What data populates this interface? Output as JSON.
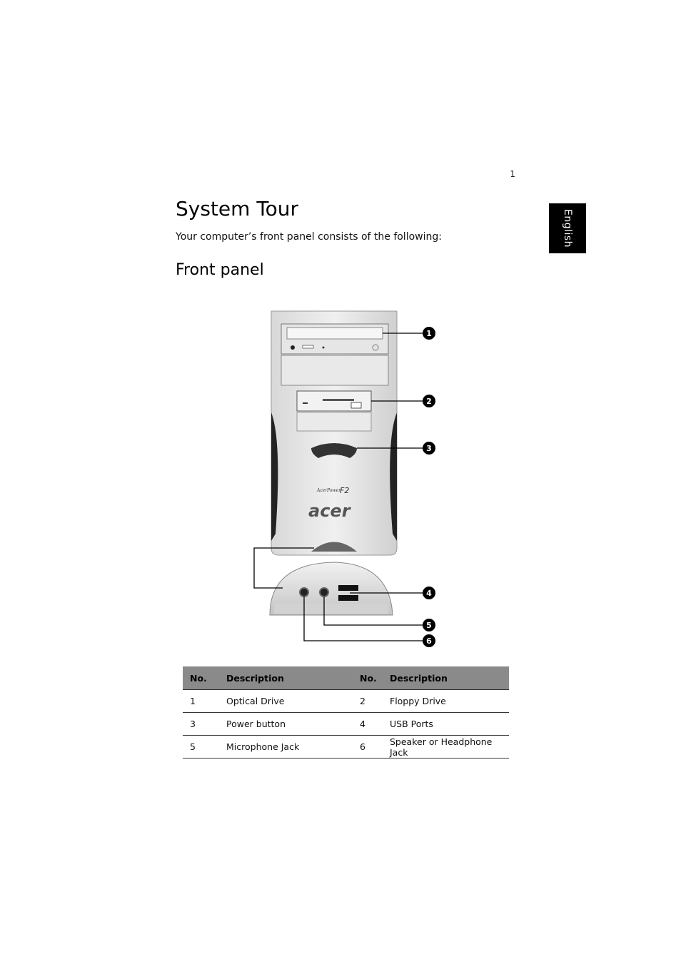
{
  "page": {
    "number": "1",
    "language_tab": "English"
  },
  "heading": {
    "title": "System Tour",
    "intro": "Your computer’s front panel consists of the following:",
    "section": "Front panel"
  },
  "figure": {
    "brand": "acer",
    "model": "F2",
    "model_prefix": "AcerPower",
    "callouts": [
      "1",
      "2",
      "3",
      "4",
      "5",
      "6"
    ]
  },
  "table": {
    "headers": [
      "No.",
      "Description",
      "No.",
      "Description"
    ],
    "rows": [
      [
        "1",
        "Optical Drive",
        "2",
        "Floppy Drive"
      ],
      [
        "3",
        "Power button",
        "4",
        "USB Ports"
      ],
      [
        "5",
        "Microphone Jack",
        "6",
        "Speaker or Headphone Jack"
      ]
    ]
  },
  "colors": {
    "header_bg": "#8a8a8a",
    "tab_bg": "#000000",
    "callout_bg": "#000000"
  }
}
